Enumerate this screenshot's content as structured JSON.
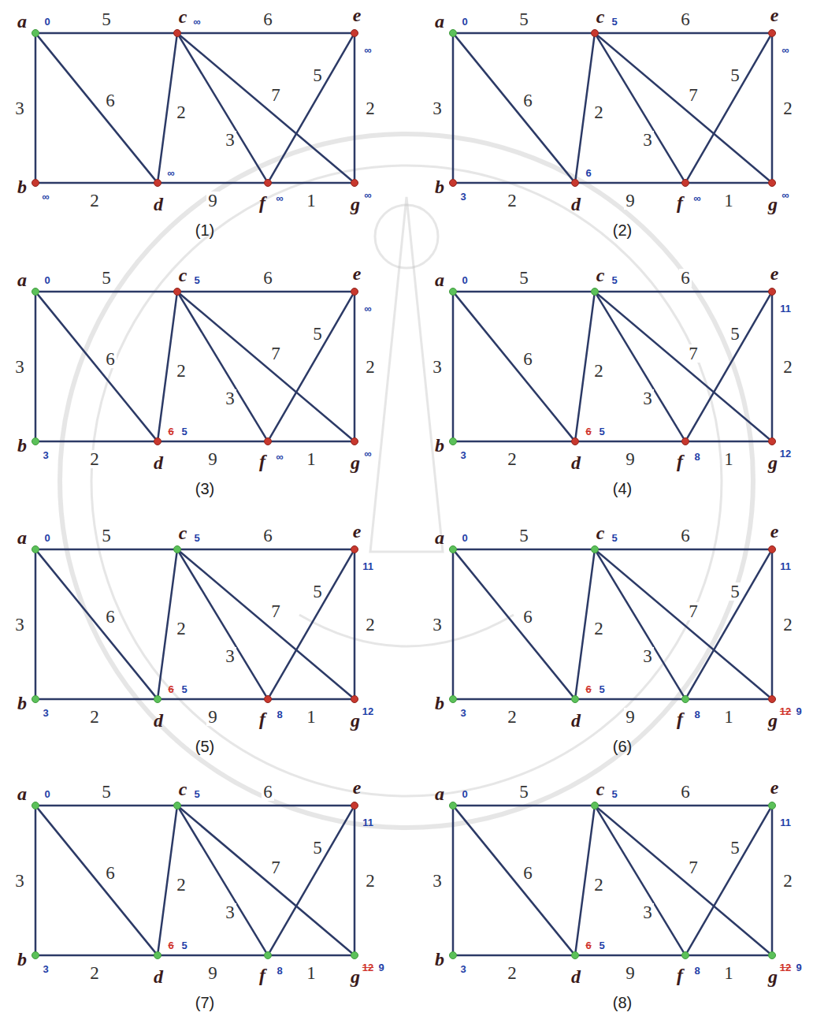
{
  "diagram": {
    "nodes": [
      {
        "text": [
          "a",
          "0"
        ]
      },
      {
        "text": [
          "c",
          "∞"
        ]
      },
      {
        "text": [
          "e",
          "∞"
        ]
      },
      {
        "text": [
          "b",
          "∞"
        ]
      },
      {
        "text": [
          "d",
          "∞"
        ]
      },
      {
        "text": [
          "f",
          "∞"
        ]
      },
      {
        "text": [
          "g",
          "∞"
        ]
      },
      {
        "text": [
          "a",
          "0"
        ]
      },
      {
        "text": [
          "c",
          "5"
        ]
      },
      {
        "text": [
          "e",
          "∞"
        ]
      },
      {
        "text": [
          "b",
          "3"
        ]
      },
      {
        "text": [
          "d",
          "6"
        ]
      },
      {
        "text": [
          "f",
          "∞"
        ]
      },
      {
        "text": [
          "g",
          "∞"
        ]
      },
      {
        "text": [
          "a",
          "0"
        ]
      },
      {
        "text": [
          "c",
          "5"
        ]
      },
      {
        "text": [
          "e",
          "∞"
        ]
      },
      {
        "text": [
          "b",
          "3"
        ]
      },
      {
        "text": [
          "d",
          "6",
          "5"
        ]
      },
      {
        "text": [
          "f",
          "∞"
        ]
      },
      {
        "text": [
          "g",
          "∞"
        ]
      },
      {
        "text": [
          "a",
          "0"
        ]
      },
      {
        "text": [
          "c",
          "5"
        ]
      },
      {
        "text": [
          "e",
          "11"
        ]
      },
      {
        "text": [
          "b",
          "3"
        ]
      },
      {
        "text": [
          "d",
          "6",
          "5"
        ]
      },
      {
        "text": [
          "f",
          "8"
        ]
      },
      {
        "text": [
          "g",
          "12"
        ]
      },
      {
        "text": [
          "a",
          "0"
        ]
      },
      {
        "text": [
          "c",
          "5"
        ]
      },
      {
        "text": [
          "e",
          "11"
        ]
      },
      {
        "text": [
          "b",
          "3"
        ]
      },
      {
        "text": [
          "d",
          "6",
          "5"
        ]
      },
      {
        "text": [
          "f",
          "8"
        ]
      },
      {
        "text": [
          "g",
          "12"
        ]
      },
      {
        "text": [
          "a",
          "0"
        ]
      },
      {
        "text": [
          "c",
          "5"
        ]
      },
      {
        "text": [
          "e",
          "11"
        ]
      },
      {
        "text": [
          "b",
          "3"
        ]
      },
      {
        "text": [
          "d",
          "6",
          "5"
        ]
      },
      {
        "text": [
          "f",
          "8"
        ]
      },
      {
        "text": [
          "g",
          "12",
          "9"
        ]
      },
      {
        "text": [
          "a",
          "0"
        ]
      },
      {
        "text": [
          "c",
          "5"
        ]
      },
      {
        "text": [
          "e",
          "11"
        ]
      },
      {
        "text": [
          "b",
          "3"
        ]
      },
      {
        "text": [
          "d",
          "6",
          "5"
        ]
      },
      {
        "text": [
          "f",
          "8"
        ]
      },
      {
        "text": [
          "g",
          "12",
          "9"
        ]
      },
      {
        "text": [
          "a",
          "0"
        ]
      },
      {
        "text": [
          "c",
          "5"
        ]
      },
      {
        "text": [
          "e",
          "11"
        ]
      },
      {
        "text": [
          "b",
          "3"
        ]
      },
      {
        "text": [
          "d",
          "6",
          "5"
        ]
      },
      {
        "text": [
          "f",
          "8"
        ]
      },
      {
        "text": [
          "g",
          "12",
          "9"
        ]
      }
    ],
    "edges": [
      {
        "from": 0,
        "to": 1,
        "arrow": "none",
        "label": "5"
      },
      {
        "from": 1,
        "to": 2,
        "arrow": "none",
        "label": "6"
      },
      {
        "from": 0,
        "to": 3,
        "arrow": "none",
        "label": "3"
      },
      {
        "from": 0,
        "to": 4,
        "arrow": "none",
        "label": "6"
      },
      {
        "from": 1,
        "to": 4,
        "arrow": "none",
        "label": "2"
      },
      {
        "from": 1,
        "to": 5,
        "arrow": "none",
        "label": "3"
      },
      {
        "from": 1,
        "to": 6,
        "arrow": "none",
        "label": "7"
      },
      {
        "from": 2,
        "to": 5,
        "arrow": "none",
        "label": "5"
      },
      {
        "from": 2,
        "to": 6,
        "arrow": "none",
        "label": "2"
      },
      {
        "from": 3,
        "to": 4,
        "arrow": "none",
        "label": "2"
      },
      {
        "from": 4,
        "to": 5,
        "arrow": "none",
        "label": "9"
      },
      {
        "from": 5,
        "to": 6,
        "arrow": "none",
        "label": "1"
      },
      {
        "from": 7,
        "to": 8,
        "arrow": "none",
        "label": "5"
      },
      {
        "from": 8,
        "to": 9,
        "arrow": "none",
        "label": "6"
      },
      {
        "from": 7,
        "to": 10,
        "arrow": "none",
        "label": "3"
      },
      {
        "from": 7,
        "to": 11,
        "arrow": "none",
        "label": "6"
      },
      {
        "from": 8,
        "to": 11,
        "arrow": "none",
        "label": "2"
      },
      {
        "from": 8,
        "to": 12,
        "arrow": "none",
        "label": "3"
      },
      {
        "from": 8,
        "to": 13,
        "arrow": "none",
        "label": "7"
      },
      {
        "from": 9,
        "to": 12,
        "arrow": "none",
        "label": "5"
      },
      {
        "from": 9,
        "to": 13,
        "arrow": "none",
        "label": "2"
      },
      {
        "from": 10,
        "to": 11,
        "arrow": "none",
        "label": "2"
      },
      {
        "from": 11,
        "to": 12,
        "arrow": "none",
        "label": "9"
      },
      {
        "from": 12,
        "to": 13,
        "arrow": "none",
        "label": "1"
      },
      {
        "from": 14,
        "to": 15,
        "arrow": "none",
        "label": "5"
      },
      {
        "from": 15,
        "to": 16,
        "arrow": "none",
        "label": "6"
      },
      {
        "from": 14,
        "to": 17,
        "arrow": "none",
        "label": "3"
      },
      {
        "from": 14,
        "to": 18,
        "arrow": "none",
        "label": "6"
      },
      {
        "from": 15,
        "to": 18,
        "arrow": "none",
        "label": "2"
      },
      {
        "from": 15,
        "to": 19,
        "arrow": "none",
        "label": "3"
      },
      {
        "from": 15,
        "to": 20,
        "arrow": "none",
        "label": "7"
      },
      {
        "from": 16,
        "to": 19,
        "arrow": "none",
        "label": "5"
      },
      {
        "from": 16,
        "to": 20,
        "arrow": "none",
        "label": "2"
      },
      {
        "from": 17,
        "to": 18,
        "arrow": "none",
        "label": "2"
      },
      {
        "from": 18,
        "to": 19,
        "arrow": "none",
        "label": "9"
      },
      {
        "from": 19,
        "to": 20,
        "arrow": "none",
        "label": "1"
      },
      {
        "from": 21,
        "to": 22,
        "arrow": "none",
        "label": "5"
      },
      {
        "from": 22,
        "to": 23,
        "arrow": "none",
        "label": "6"
      },
      {
        "from": 21,
        "to": 24,
        "arrow": "none",
        "label": "3"
      },
      {
        "from": 21,
        "to": 25,
        "arrow": "none",
        "label": "6"
      },
      {
        "from": 22,
        "to": 25,
        "arrow": "none",
        "label": "2"
      },
      {
        "from": 22,
        "to": 26,
        "arrow": "none",
        "label": "3"
      },
      {
        "from": 22,
        "to": 27,
        "arrow": "none",
        "label": "7"
      },
      {
        "from": 23,
        "to": 26,
        "arrow": "none",
        "label": "5"
      },
      {
        "from": 23,
        "to": 27,
        "arrow": "none",
        "label": "2"
      },
      {
        "from": 24,
        "to": 25,
        "arrow": "none",
        "label": "2"
      },
      {
        "from": 25,
        "to": 26,
        "arrow": "none",
        "label": "9"
      },
      {
        "from": 26,
        "to": 27,
        "arrow": "none",
        "label": "1"
      },
      {
        "from": 28,
        "to": 29,
        "arrow": "none",
        "label": "5"
      },
      {
        "from": 29,
        "to": 30,
        "arrow": "none",
        "label": "6"
      },
      {
        "from": 28,
        "to": 31,
        "arrow": "none",
        "label": "3"
      },
      {
        "from": 28,
        "to": 32,
        "arrow": "none",
        "label": "6"
      },
      {
        "from": 29,
        "to": 32,
        "arrow": "none",
        "label": "2"
      },
      {
        "from": 29,
        "to": 33,
        "arrow": "none",
        "label": "3"
      },
      {
        "from": 29,
        "to": 34,
        "arrow": "none",
        "label": "7"
      },
      {
        "from": 30,
        "to": 33,
        "arrow": "none",
        "label": "5"
      },
      {
        "from": 30,
        "to": 34,
        "arrow": "none",
        "label": "2"
      },
      {
        "from": 31,
        "to": 32,
        "arrow": "none",
        "label": "2"
      },
      {
        "from": 32,
        "to": 33,
        "arrow": "none",
        "label": "9"
      },
      {
        "from": 33,
        "to": 34,
        "arrow": "none",
        "label": "1"
      },
      {
        "from": 35,
        "to": 36,
        "arrow": "none",
        "label": "5"
      },
      {
        "from": 36,
        "to": 37,
        "arrow": "none",
        "label": "6"
      },
      {
        "from": 35,
        "to": 38,
        "arrow": "none",
        "label": "3"
      },
      {
        "from": 35,
        "to": 39,
        "arrow": "none",
        "label": "6"
      },
      {
        "from": 36,
        "to": 39,
        "arrow": "none",
        "label": "2"
      },
      {
        "from": 36,
        "to": 40,
        "arrow": "none",
        "label": "3"
      },
      {
        "from": 36,
        "to": 41,
        "arrow": "none",
        "label": "7"
      },
      {
        "from": 37,
        "to": 40,
        "arrow": "none",
        "label": "5"
      },
      {
        "from": 37,
        "to": 41,
        "arrow": "none",
        "label": "2"
      },
      {
        "from": 38,
        "to": 39,
        "arrow": "none",
        "label": "2"
      },
      {
        "from": 39,
        "to": 40,
        "arrow": "none",
        "label": "9"
      },
      {
        "from": 40,
        "to": 41,
        "arrow": "none",
        "label": "1"
      },
      {
        "from": 42,
        "to": 43,
        "arrow": "none",
        "label": "5"
      },
      {
        "from": 43,
        "to": 44,
        "arrow": "none",
        "label": "6"
      },
      {
        "from": 42,
        "to": 45,
        "arrow": "none",
        "label": "3"
      },
      {
        "from": 42,
        "to": 46,
        "arrow": "none",
        "label": "6"
      },
      {
        "from": 43,
        "to": 46,
        "arrow": "none",
        "label": "2"
      },
      {
        "from": 43,
        "to": 47,
        "arrow": "none",
        "label": "3"
      },
      {
        "from": 43,
        "to": 48,
        "arrow": "none",
        "label": "7"
      },
      {
        "from": 44,
        "to": 47,
        "arrow": "none",
        "label": "5"
      },
      {
        "from": 44,
        "to": 48,
        "arrow": "none",
        "label": "2"
      },
      {
        "from": 45,
        "to": 46,
        "arrow": "none",
        "label": "2"
      },
      {
        "from": 46,
        "to": 47,
        "arrow": "none",
        "label": "9"
      },
      {
        "from": 47,
        "to": 48,
        "arrow": "none",
        "label": "1"
      },
      {
        "from": 49,
        "to": 50,
        "arrow": "none",
        "label": "5"
      },
      {
        "from": 50,
        "to": 51,
        "arrow": "none",
        "label": "6"
      },
      {
        "from": 49,
        "to": 52,
        "arrow": "none",
        "label": "3"
      },
      {
        "from": 49,
        "to": 53,
        "arrow": "none",
        "label": "6"
      },
      {
        "from": 50,
        "to": 53,
        "arrow": "none",
        "label": "2"
      },
      {
        "from": 50,
        "to": 54,
        "arrow": "none",
        "label": "3"
      },
      {
        "from": 50,
        "to": 55,
        "arrow": "none",
        "label": "7"
      },
      {
        "from": 51,
        "to": 54,
        "arrow": "none",
        "label": "5"
      },
      {
        "from": 51,
        "to": 55,
        "arrow": "none",
        "label": "2"
      },
      {
        "from": 52,
        "to": 53,
        "arrow": "none",
        "label": "2"
      },
      {
        "from": 53,
        "to": 54,
        "arrow": "none",
        "label": "9"
      },
      {
        "from": 54,
        "to": 55,
        "arrow": "none",
        "label": "1"
      }
    ],
    "labels": [
      "(1)",
      "(2)",
      "(3)",
      "(4)",
      "(5)",
      "(6)",
      "(7)",
      "(8)"
    ]
  }
}
